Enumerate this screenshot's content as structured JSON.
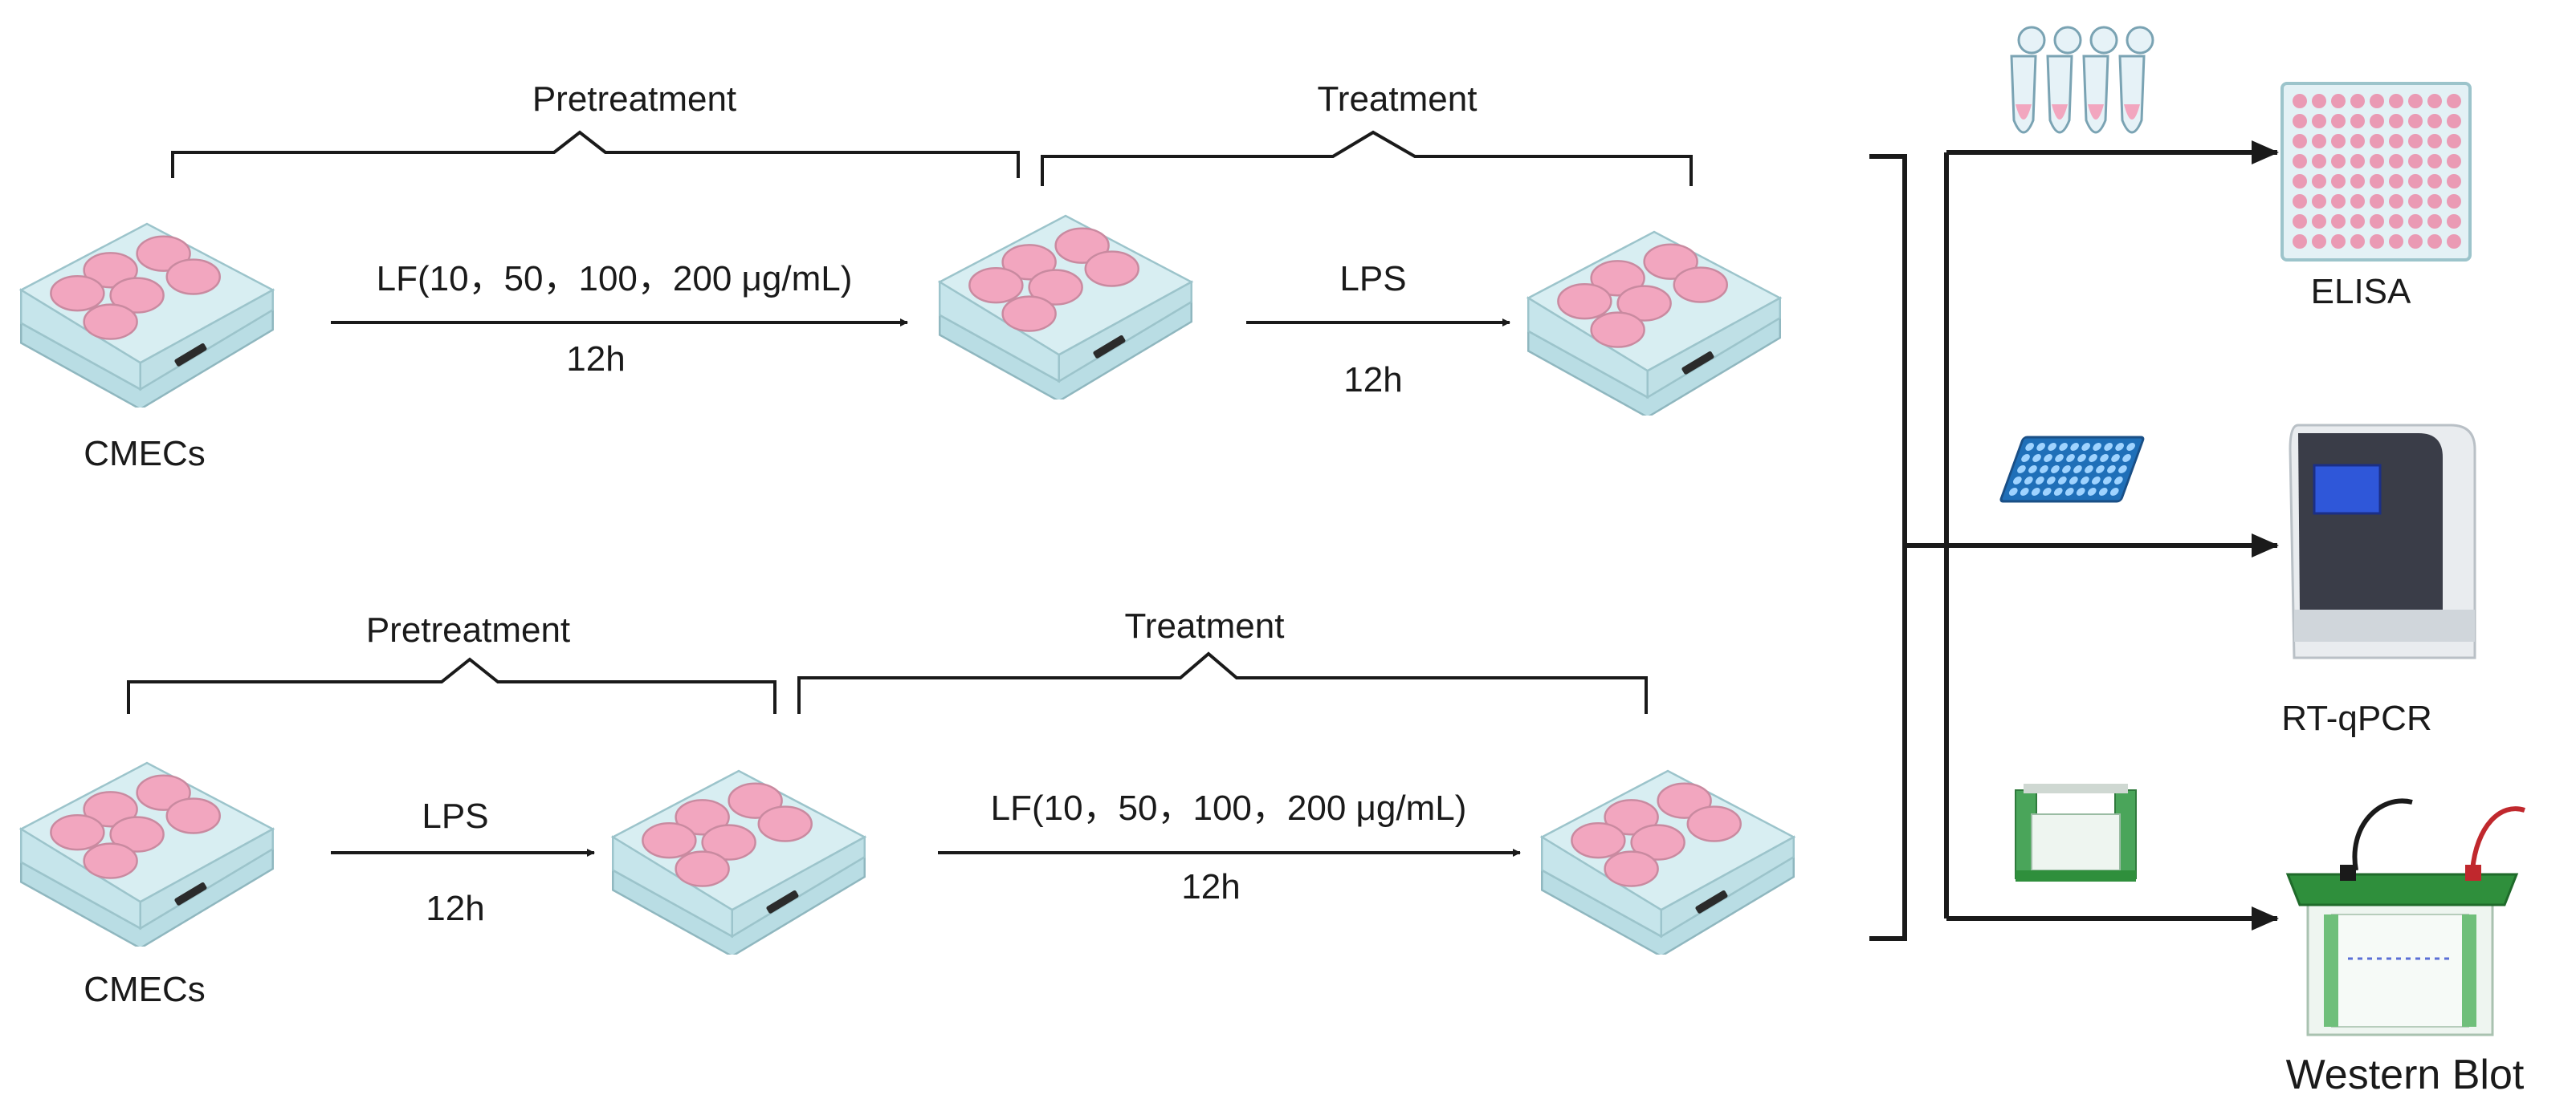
{
  "rows": [
    {
      "start_label": "CMECs",
      "pretreatment_label": "Pretreatment",
      "treatment_label": "Treatment",
      "step1": {
        "agent": "LF(10，50，100，200 μg/mL)",
        "time": "12h"
      },
      "step2": {
        "agent": "LPS",
        "time": "12h"
      }
    },
    {
      "start_label": "CMECs",
      "pretreatment_label": "Pretreatment",
      "treatment_label": "Treatment",
      "step1": {
        "agent": "LPS",
        "time": "12h"
      },
      "step2": {
        "agent": "LF(10，50，100，200 μg/mL)",
        "time": "12h"
      }
    }
  ],
  "assays": [
    {
      "label": "ELISA",
      "sample_icon": "tubes-icon",
      "instrument_icon": "elisa-plate-icon"
    },
    {
      "label": "RT-qPCR",
      "sample_icon": "pcr-plate-icon",
      "instrument_icon": "qpcr-machine-icon"
    },
    {
      "label": "Western Blot",
      "sample_icon": "gel-cassette-icon",
      "instrument_icon": "electrophoresis-tank-icon"
    }
  ],
  "colors": {
    "well_pink": "#f2a6bf",
    "plate_blue": "#d8eef2",
    "elisa_well": "#ea9ab4",
    "pcr_blue": "#2f8fd8",
    "tank_green": "#2f8f3c",
    "lead_red": "#c0282d"
  }
}
